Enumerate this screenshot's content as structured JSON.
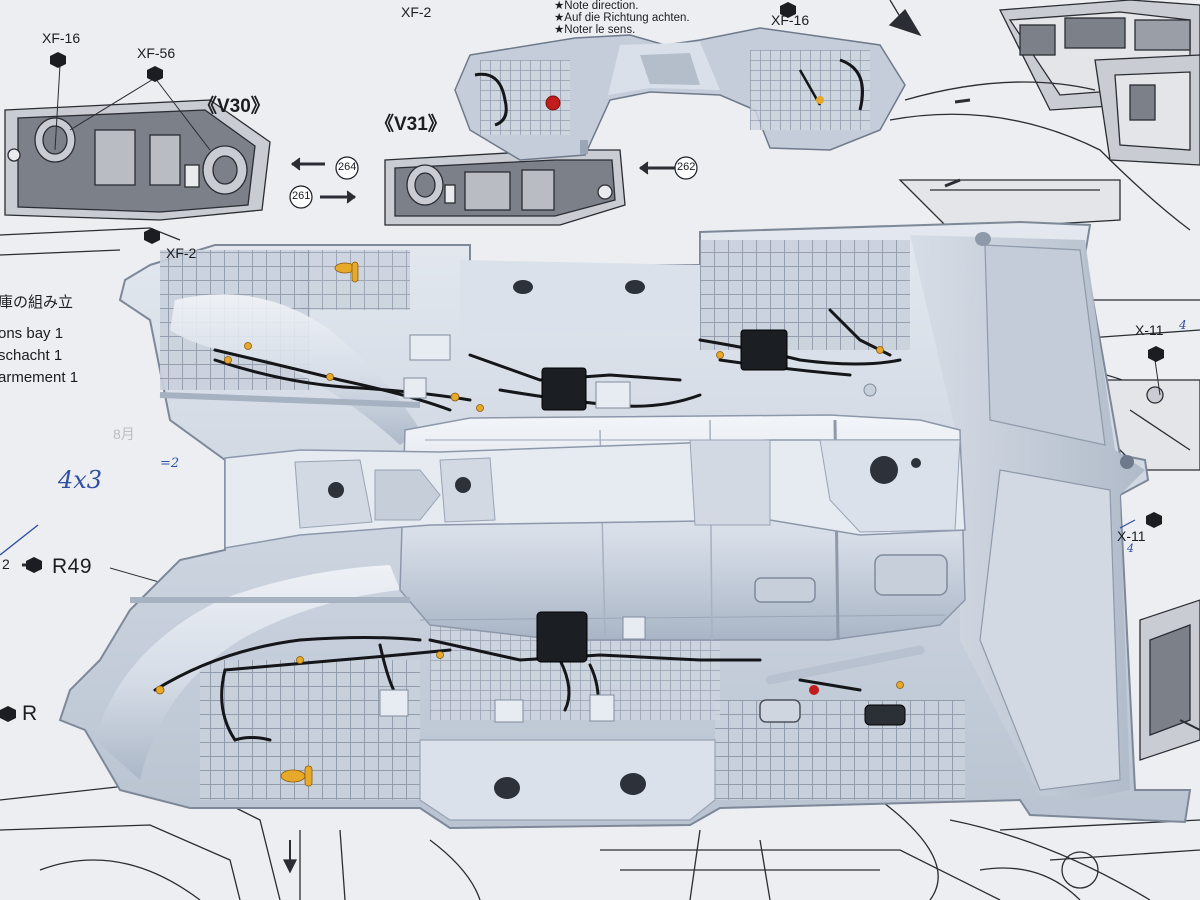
{
  "photo": {
    "subject": "painted scale-model weapons bay part lying on instruction sheet",
    "colors": {
      "paper": "#eceef1",
      "line_art": "#2a2d33",
      "panel_fill": "#7d8088",
      "model_white": "#dde3ec",
      "model_shadow": "#9aa6b6",
      "wiring": "#141619",
      "accent_yellow": "#e7a92a",
      "accent_red": "#c21d1d",
      "handwriting_blue": "#2f4fa3"
    }
  },
  "instructions": {
    "paint_codes": {
      "xf16_left": "XF-16",
      "xf56": "XF-56",
      "xf2_top": "XF-2",
      "xf16_right": "XF-16",
      "xf2_bottom": "XF-2",
      "x11_upper": "X-11",
      "x11_lower": "X-11"
    },
    "views": {
      "v30": "《V30》",
      "v31": "《V31》"
    },
    "step_markers": {
      "m264": "264",
      "m261": "261",
      "m262": "262"
    },
    "notes": [
      "★Note direction.",
      "★Auf die Richtung achten.",
      "★Noter le sens."
    ],
    "section_title": [
      "庫の組み立",
      "ons bay 1",
      "schacht 1",
      "armement 1"
    ],
    "part_labels": {
      "r49": "R49",
      "r_lower": "R",
      "left_edge_number": "2"
    },
    "handwriting": {
      "count_note": "4x3",
      "eq_note": "=2",
      "right_note_upper": "4",
      "right_note_lower": "4",
      "faded_left": "8月"
    }
  }
}
